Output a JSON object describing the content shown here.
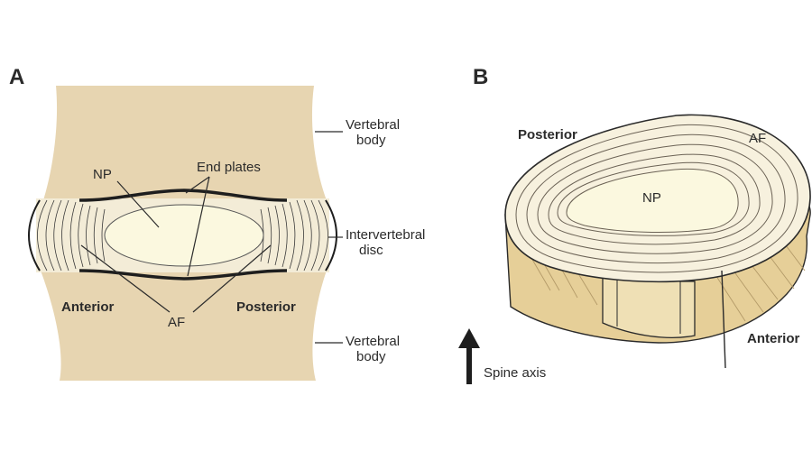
{
  "panel_a": {
    "letter": "A",
    "labels": {
      "vertebral_body_top": [
        "Vertebral",
        "body"
      ],
      "intervertebral_disc": [
        "Intervertebral",
        "disc"
      ],
      "vertebral_body_bottom": [
        "Vertebral",
        "body"
      ],
      "np": "NP",
      "end_plates": "End plates",
      "af": "AF",
      "anterior": "Anterior",
      "posterior": "Posterior"
    }
  },
  "panel_b": {
    "letter": "B",
    "labels": {
      "posterior": "Posterior",
      "af": "AF",
      "np": "NP",
      "anterior": "Anterior",
      "spine_axis": "Spine axis"
    }
  },
  "colors": {
    "bone": "#e7d5b1",
    "nucleus": "#fbf8df",
    "lamella_fill": "#f3ecd7",
    "outline": "#1e1e1e",
    "side_tan": "#e6cf98"
  }
}
